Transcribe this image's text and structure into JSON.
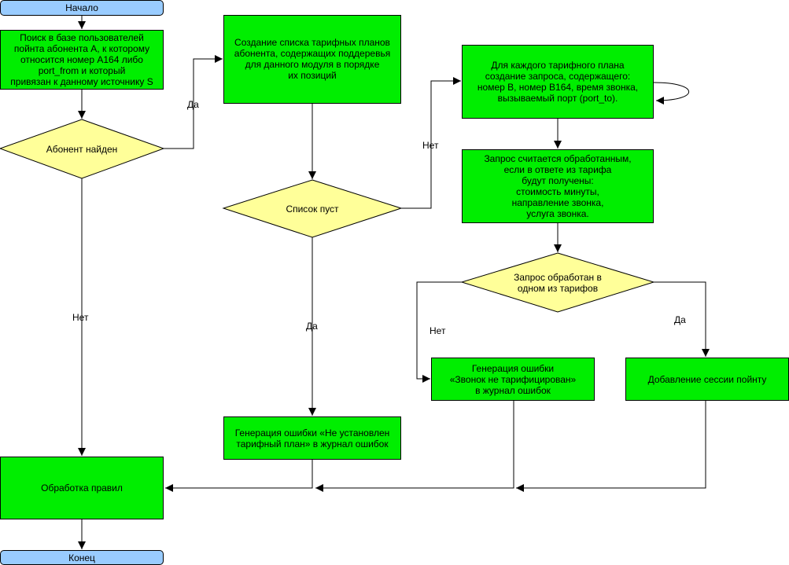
{
  "nodes": {
    "start": "Начало",
    "search": "Поиск в базе пользователей\nпойнта абонента A, к которому\nотносится номер A164 либо\nport_from и который\nпривязан к данному источнику S",
    "subscriber_found": "Абонент найден",
    "create_list": "Создание списка тарифных планов\nабонента, содержащих поддеревья\nдля данного модуля в порядке\nих позиций",
    "list_empty": "Список пуст",
    "for_each_plan": "Для каждого тарифного плана\nсоздание запроса, содержащего:\nномер B, номер B164, время звонка,\nвызываемый порт (port_to).",
    "request_processed": "Запрос считается обработанным,\nесли в ответе из тарифа\nбудут получены:\nстоимость минуты,\nнаправление звонка,\nуслуга звонка.",
    "processed_in_tariff": "Запрос обработан в\nодном из тарифов",
    "error_not_tariffed": "Генерация ошибки\n«Звонок не тарифицирован»\nв журнал ошибок",
    "add_session": "Добавление сессии пойнту",
    "error_no_plan": "Генерация ошибки «Не установлен\nтарифный план» в журнал ошибок",
    "rules": "Обработка правил",
    "end": "Конец"
  },
  "edge_labels": {
    "found_yes": "Да",
    "found_no": "Нет",
    "empty_no": "Нет",
    "empty_yes": "Да",
    "processed_no": "Нет",
    "processed_yes": "Да"
  },
  "colors": {
    "terminal": "#99ccff",
    "process": "#00ee00",
    "decision": "#ffff99",
    "line": "#000000"
  }
}
